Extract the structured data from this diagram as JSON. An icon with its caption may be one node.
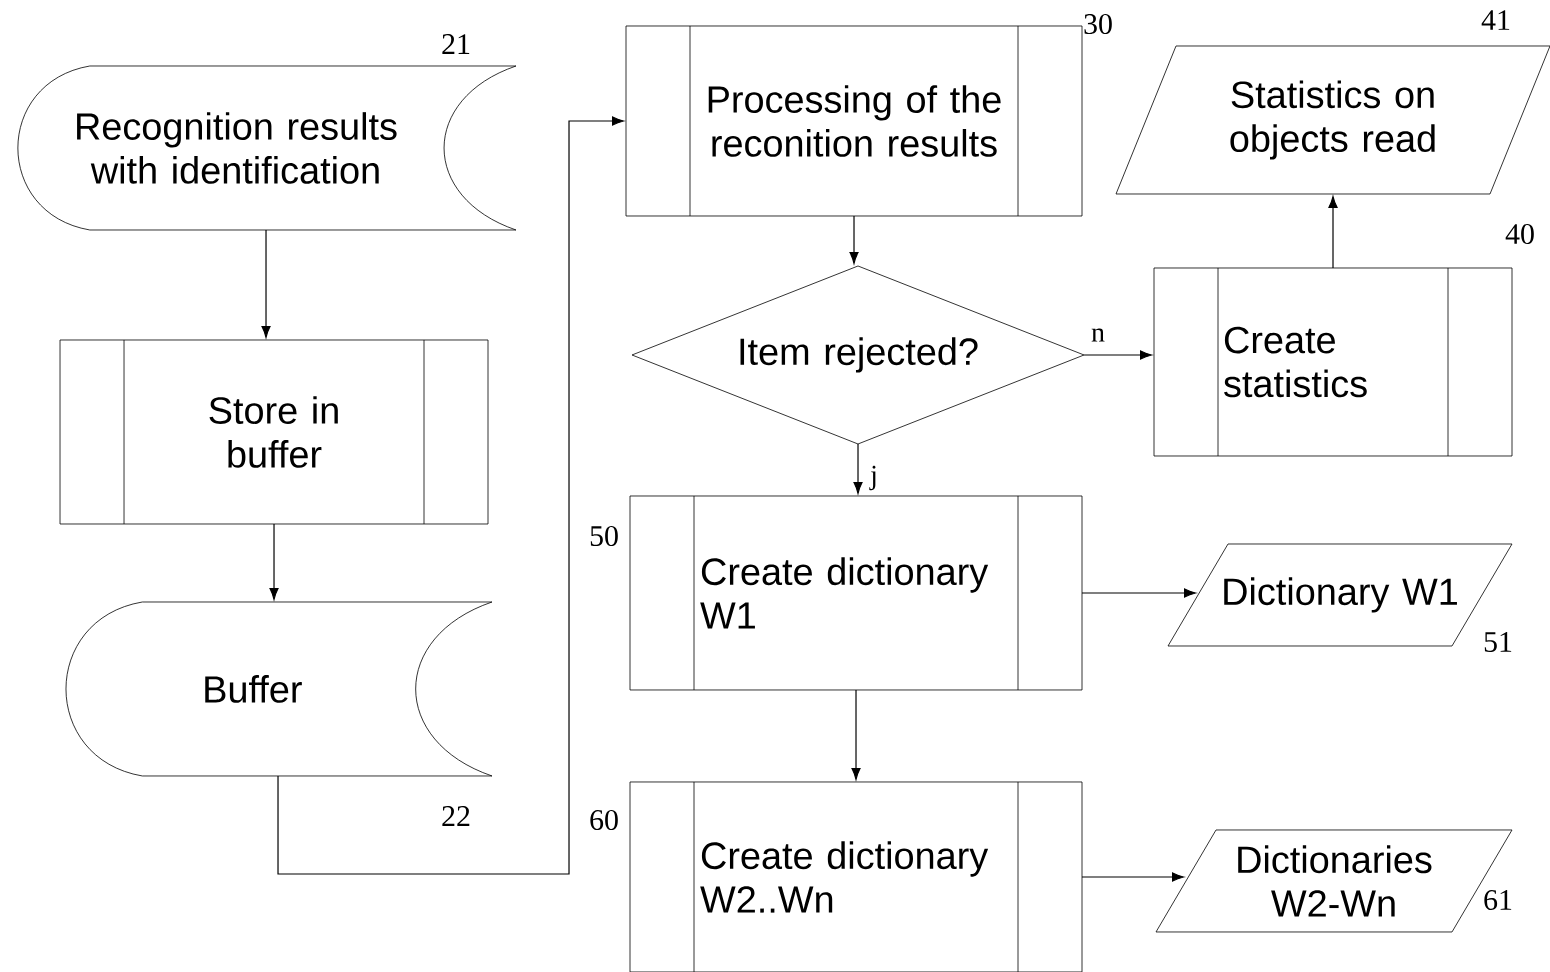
{
  "diagram": {
    "nodes": [
      {
        "text": [
          "Recognition results with identification"
        ],
        "beside": [
          "21"
        ]
      },
      {
        "text": [
          "Store in buffer"
        ]
      },
      {
        "text": [
          "Buffer"
        ],
        "beside": [
          "22"
        ]
      },
      {
        "text": [
          "Processing of the reconition results"
        ],
        "beside": [
          "30"
        ]
      },
      {
        "text": [
          "Item rejected?"
        ]
      },
      {
        "text": [
          "Create statistics"
        ],
        "beside": [
          "40"
        ]
      },
      {
        "text": [
          "Statistics on objects read"
        ],
        "beside": [
          "41"
        ]
      },
      {
        "text": [
          "Create dictionary W1"
        ],
        "beside": [
          "50"
        ]
      },
      {
        "text": [
          "Dictionary W1"
        ],
        "beside": [
          "51"
        ]
      },
      {
        "text": [
          "Create dictionary W2..Wn"
        ],
        "beside": [
          "60"
        ]
      },
      {
        "text": [
          "Dictionaries W2-Wn"
        ],
        "beside": [
          "61"
        ]
      }
    ],
    "edges": [
      {
        "from": 0,
        "to": 1,
        "arrow": "to"
      },
      {
        "from": 1,
        "to": 2,
        "arrow": "to"
      },
      {
        "from": 2,
        "to": 3,
        "arrow": "to"
      },
      {
        "from": 3,
        "to": 4,
        "arrow": "to"
      },
      {
        "from": 4,
        "to": 5,
        "arrow": "to",
        "label": "n"
      },
      {
        "from": 5,
        "to": 6,
        "arrow": "to"
      },
      {
        "from": 4,
        "to": 7,
        "arrow": "to",
        "label": "j"
      },
      {
        "from": 7,
        "to": 8,
        "arrow": "to"
      },
      {
        "from": 7,
        "to": 9,
        "arrow": "to"
      },
      {
        "from": 9,
        "to": 10,
        "arrow": "to"
      }
    ]
  }
}
